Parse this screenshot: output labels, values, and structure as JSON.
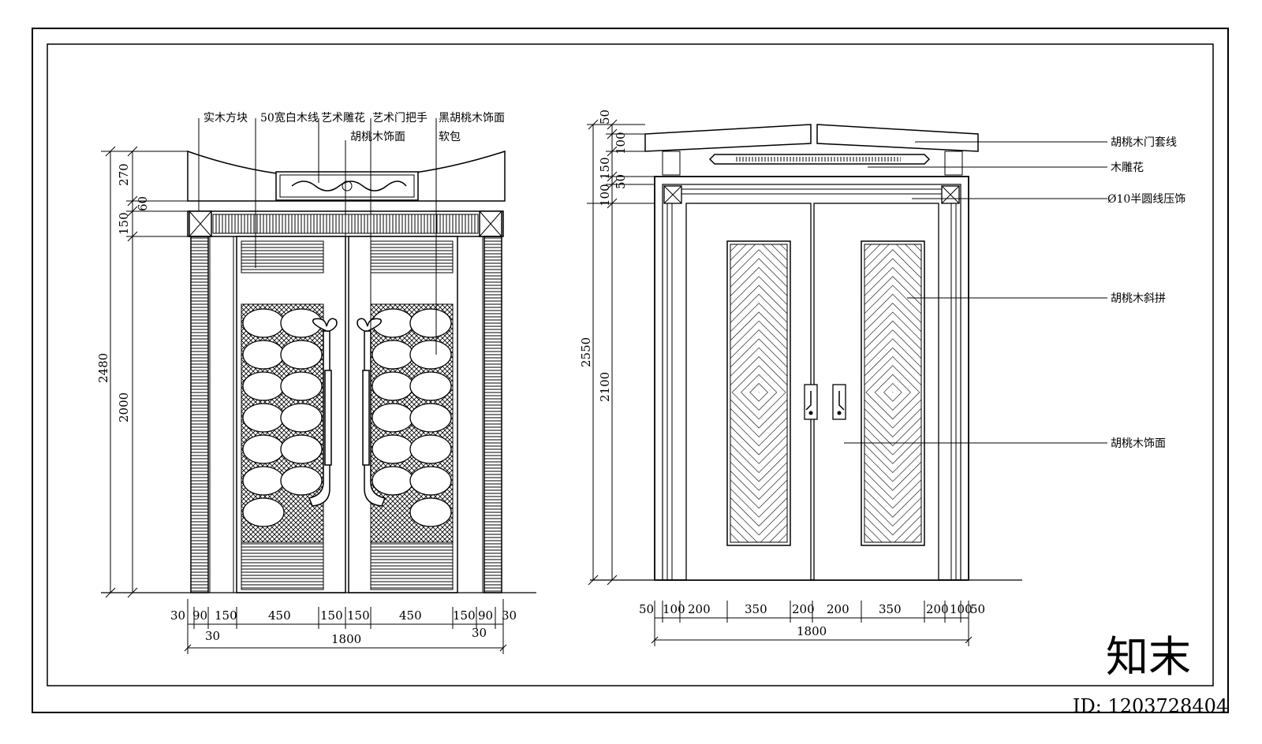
{
  "left_elevation": {
    "callouts": {
      "solid_wood_block": "实木方块",
      "white_wood_line": "50宽白木线",
      "art_carving": "艺术雕花",
      "art_handle": "艺术门把手",
      "black_walnut": "黑胡桃木饰面",
      "walnut_veneer": "胡桃木饰面",
      "soft_pack": "软包"
    },
    "vertical_dims": {
      "total": "2480",
      "door": "2000",
      "top": "270",
      "mid_small": "60",
      "lintel": "150"
    },
    "horizontal_dims": {
      "row1": [
        "30",
        "90",
        "150",
        "450",
        "150",
        "150",
        "450",
        "150",
        "90",
        "30"
      ],
      "left_30": "30",
      "right_30": "30",
      "total": "1800"
    }
  },
  "right_elevation": {
    "callouts": {
      "walnut_casing": "胡桃木门套线",
      "wood_carving": "木雕花",
      "half_round": "Ø10半圆线压饰",
      "walnut_diagonal": "胡桃木斜拼",
      "walnut_veneer": "胡桃木饰面"
    },
    "vertical_dims": {
      "total": "2550",
      "door": "2100",
      "d50": "50",
      "d100": "100",
      "d150": "150",
      "d50b": "50",
      "d100b": "100"
    },
    "horizontal_dims": {
      "row1": [
        "50",
        "100",
        "200",
        "350",
        "200",
        "200",
        "350",
        "200",
        "100",
        "50"
      ],
      "total": "1800"
    }
  },
  "watermark": {
    "logo_text": "知末",
    "id_text": "ID: 1203728404"
  }
}
